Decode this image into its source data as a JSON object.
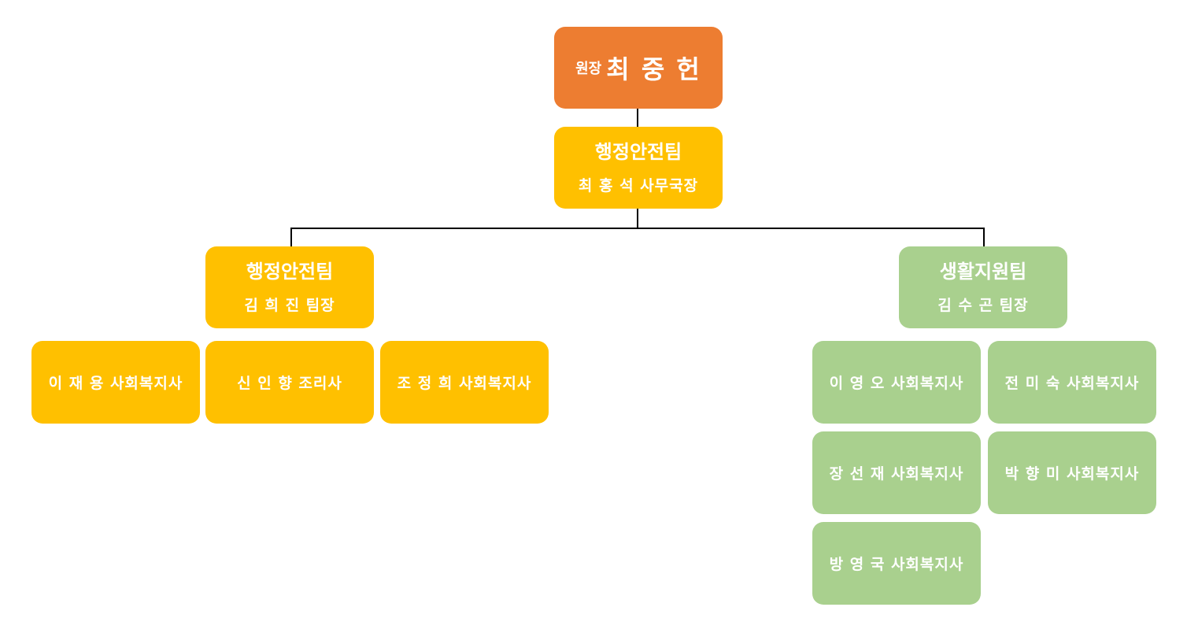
{
  "director": {
    "role": "원장",
    "name": "최 중 헌"
  },
  "office": {
    "team": "행정안전팀",
    "leader": "최 홍 석 사무국장"
  },
  "admin_team": {
    "team": "행정안전팀",
    "leader": "김 희 진 팀장",
    "members": [
      "이 재 용 사회복지사",
      "신 인 향 조리사",
      "조 정 희 사회복지사"
    ]
  },
  "life_team": {
    "team": "생활지원팀",
    "leader": "김 수 곤 팀장",
    "members": [
      "이 영 오 사회복지사",
      "전 미 숙 사회복지사",
      "장 선 재 사회복지사",
      "박 향 미 사회복지사",
      "방 영 국 사회복지사"
    ]
  },
  "colors": {
    "director": "#ED7D31",
    "admin": "#FFC000",
    "life": "#A9D08E",
    "connector": "#000000"
  }
}
